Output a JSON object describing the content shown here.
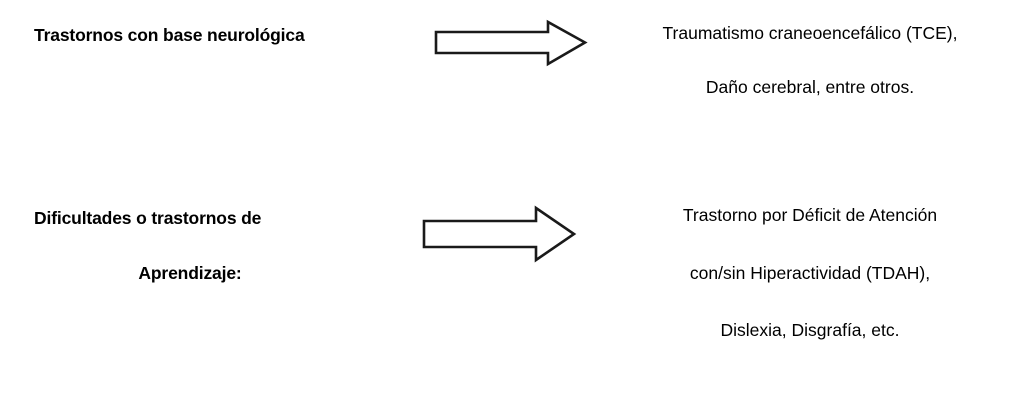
{
  "document": {
    "title": "Trastornos y dificultades de aprendizaje",
    "background_color": "#ffffff",
    "text_color": "#000000"
  },
  "groups": [
    {
      "id": "neurologica",
      "label_lines": [
        "Trastornos con base neurológica",
        ""
      ],
      "arrow": {
        "name": "right-arrow",
        "direction": "right",
        "style": "outlined-block-arrow",
        "fill_color": "#ffffff",
        "stroke_color": "#000000"
      },
      "examples": [
        "Traumatismo craneoencefálico (TCE),",
        "Daño cerebral, entre otros."
      ]
    },
    {
      "id": "aprendizaje",
      "label_lines": [
        "Dificultades o trastornos de",
        "Aprendizaje:"
      ],
      "arrow": {
        "name": "right-arrow",
        "direction": "right",
        "style": "outlined-block-arrow",
        "fill_color": "#ffffff",
        "stroke_color": "#000000"
      },
      "examples": [
        "Trastorno por Déficit de Atención",
        "con/sin Hiperactividad (TDAH),",
        "Dislexia, Disgrafía, etc."
      ]
    }
  ]
}
